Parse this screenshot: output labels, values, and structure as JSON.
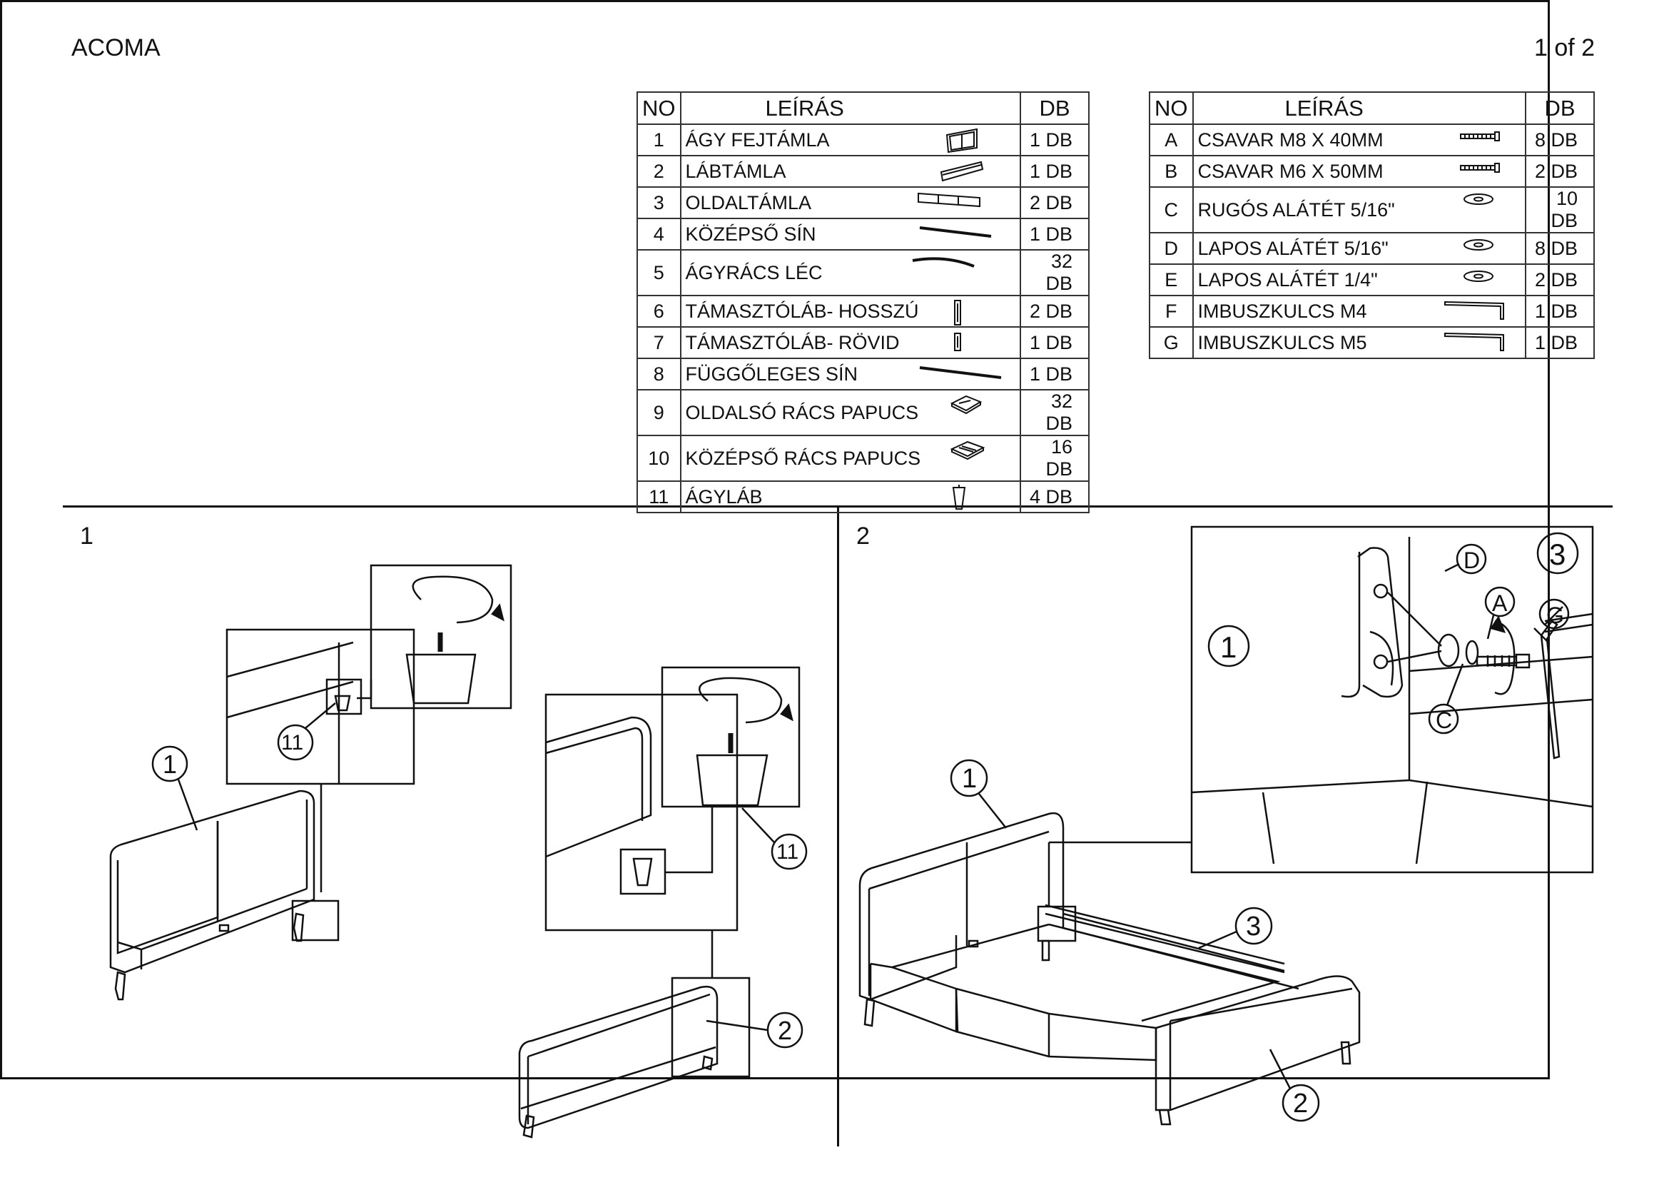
{
  "header": {
    "title": "ACOMA",
    "page": "1 of 2"
  },
  "table_main": {
    "headers": {
      "no": "NO",
      "desc": "LEÍRÁS",
      "qty": "DB"
    },
    "rows": [
      {
        "no": "1",
        "desc": "ÁGY FEJTÁMLA",
        "qty": "1 DB",
        "icon": "headboard-icon"
      },
      {
        "no": "2",
        "desc": "LÁBTÁMLA",
        "qty": "1 DB",
        "icon": "footboard-icon"
      },
      {
        "no": "3",
        "desc": "OLDALTÁMLA",
        "qty": "2 DB",
        "icon": "side-rail-icon"
      },
      {
        "no": "4",
        "desc": "KÖZÉPSŐ SÍN",
        "qty": "1 DB",
        "icon": "center-rail-icon"
      },
      {
        "no": "5",
        "desc": "ÁGYRÁCS LÉC",
        "qty": "32 DB",
        "icon": "slat-icon"
      },
      {
        "no": "6",
        "desc": "TÁMASZTÓLÁB- HOSSZÚ",
        "qty": "2 DB",
        "icon": "long-support-leg-icon"
      },
      {
        "no": "7",
        "desc": "TÁMASZTÓLÁB- RÖVID",
        "qty": "1 DB",
        "icon": "short-support-leg-icon"
      },
      {
        "no": "8",
        "desc": "FÜGGŐLEGES SÍN",
        "qty": "1 DB",
        "icon": "vertical-rail-icon"
      },
      {
        "no": "9",
        "desc": "OLDALSÓ RÁCS PAPUCS",
        "qty": "32 DB",
        "icon": "side-slat-holder-icon"
      },
      {
        "no": "10",
        "desc": "KÖZÉPSŐ RÁCS PAPUCS",
        "qty": "16 DB",
        "icon": "center-slat-holder-icon"
      },
      {
        "no": "11",
        "desc": "ÁGYLÁB",
        "qty": "4 DB",
        "icon": "bed-leg-icon"
      }
    ]
  },
  "table_hardware": {
    "headers": {
      "no": "NO",
      "desc": "LEÍRÁS",
      "qty": "DB"
    },
    "rows": [
      {
        "no": "A",
        "desc": "CSAVAR M8 X 40MM",
        "qty": "8 DB",
        "icon": "bolt-icon"
      },
      {
        "no": "B",
        "desc": "CSAVAR M6 X 50MM",
        "qty": "2 DB",
        "icon": "bolt-icon"
      },
      {
        "no": "C",
        "desc": "RUGÓS ALÁTÉT 5/16\"",
        "qty": "10 DB",
        "icon": "washer-icon"
      },
      {
        "no": "D",
        "desc": "LAPOS ALÁTÉT 5/16\"",
        "qty": "8 DB",
        "icon": "washer-icon"
      },
      {
        "no": "E",
        "desc": "LAPOS ALÁTÉT 1/4\"",
        "qty": "2 DB",
        "icon": "washer-icon"
      },
      {
        "no": "F",
        "desc": "IMBUSZKULCS M4",
        "qty": "1 DB",
        "icon": "allen-key-icon"
      },
      {
        "no": "G",
        "desc": "IMBUSZKULCS M5",
        "qty": "1 DB",
        "icon": "allen-key-icon"
      }
    ]
  },
  "step1": {
    "number": "1",
    "callouts": {
      "headboard": "1",
      "leg_detail": "11",
      "leg_detail_2": "11",
      "footboard": "2"
    }
  },
  "step2": {
    "number": "2",
    "callouts": {
      "headboard": "1",
      "side_rail": "3",
      "footboard": "2",
      "detail_headboard": "1",
      "detail_side_rail": "3",
      "washer_flat": "D",
      "bolt": "A",
      "spring_washer": "C",
      "allen_key": "G"
    }
  }
}
